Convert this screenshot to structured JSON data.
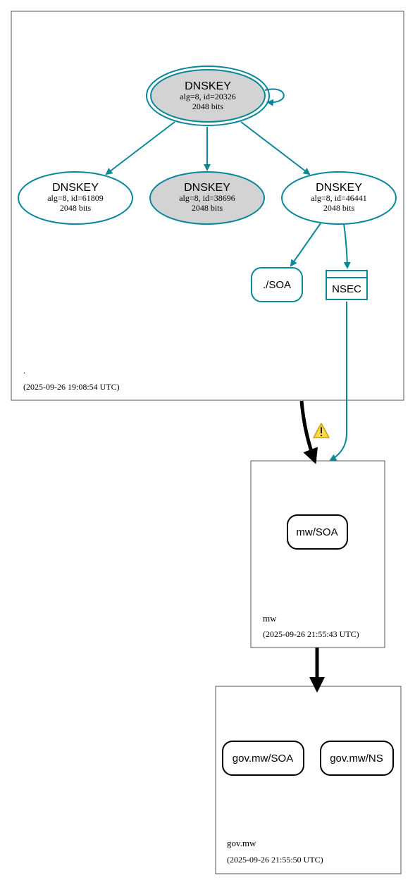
{
  "colors": {
    "edge_teal": "#0a879a",
    "secure_edge": "#000000",
    "node_fill_gray": "#d3d3d3",
    "warning_fill": "#ffd84d",
    "warning_stroke": "#c9a300"
  },
  "zones": {
    "root": {
      "name": ".",
      "timestamp": "(2025-09-26 19:08:54 UTC)"
    },
    "mw": {
      "name": "mw",
      "timestamp": "(2025-09-26 21:55:43 UTC)"
    },
    "govmw": {
      "name": "gov.mw",
      "timestamp": "(2025-09-26 21:55:50 UTC)"
    }
  },
  "nodes": {
    "dnskey_20326": {
      "title": "DNSKEY",
      "line1": "alg=8, id=20326",
      "line2": "2048 bits",
      "fill": "#d3d3d3",
      "double_border": true
    },
    "dnskey_61809": {
      "title": "DNSKEY",
      "line1": "alg=8, id=61809",
      "line2": "2048 bits",
      "fill": "#ffffff"
    },
    "dnskey_38696": {
      "title": "DNSKEY",
      "line1": "alg=8, id=38696",
      "line2": "2048 bits",
      "fill": "#d3d3d3"
    },
    "dnskey_46441": {
      "title": "DNSKEY",
      "line1": "alg=8, id=46441",
      "line2": "2048 bits",
      "fill": "#ffffff"
    },
    "root_soa": {
      "label": "./SOA"
    },
    "nsec": {
      "label": "NSEC"
    },
    "mw_soa": {
      "label": "mw/SOA"
    },
    "govmw_soa": {
      "label": "gov.mw/SOA"
    },
    "govmw_ns": {
      "label": "gov.mw/NS"
    }
  },
  "icons": {
    "warning": "warning-triangle-icon"
  }
}
